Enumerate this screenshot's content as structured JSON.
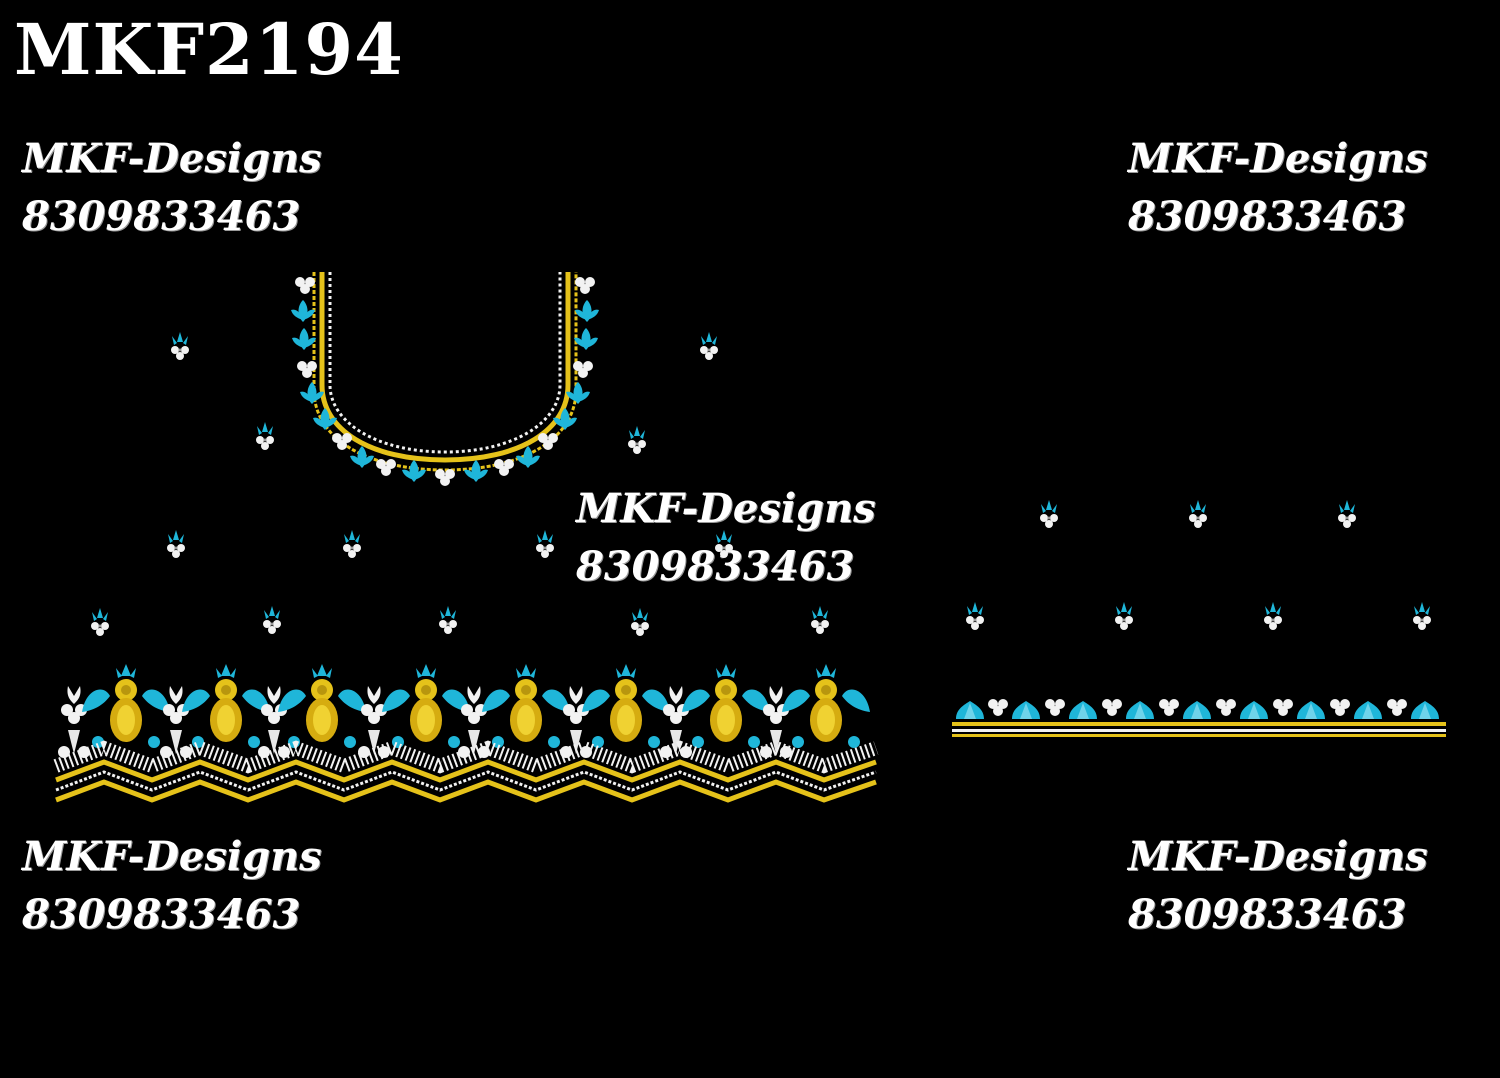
{
  "design_code": "MKF2194",
  "watermark": {
    "brand": "MKF-Designs",
    "phone": "8309833463"
  },
  "colors": {
    "background": "#000000",
    "thread_white": "#f2f2f2",
    "thread_cyan": "#1fb6d9",
    "thread_gold": "#e5c21a"
  }
}
